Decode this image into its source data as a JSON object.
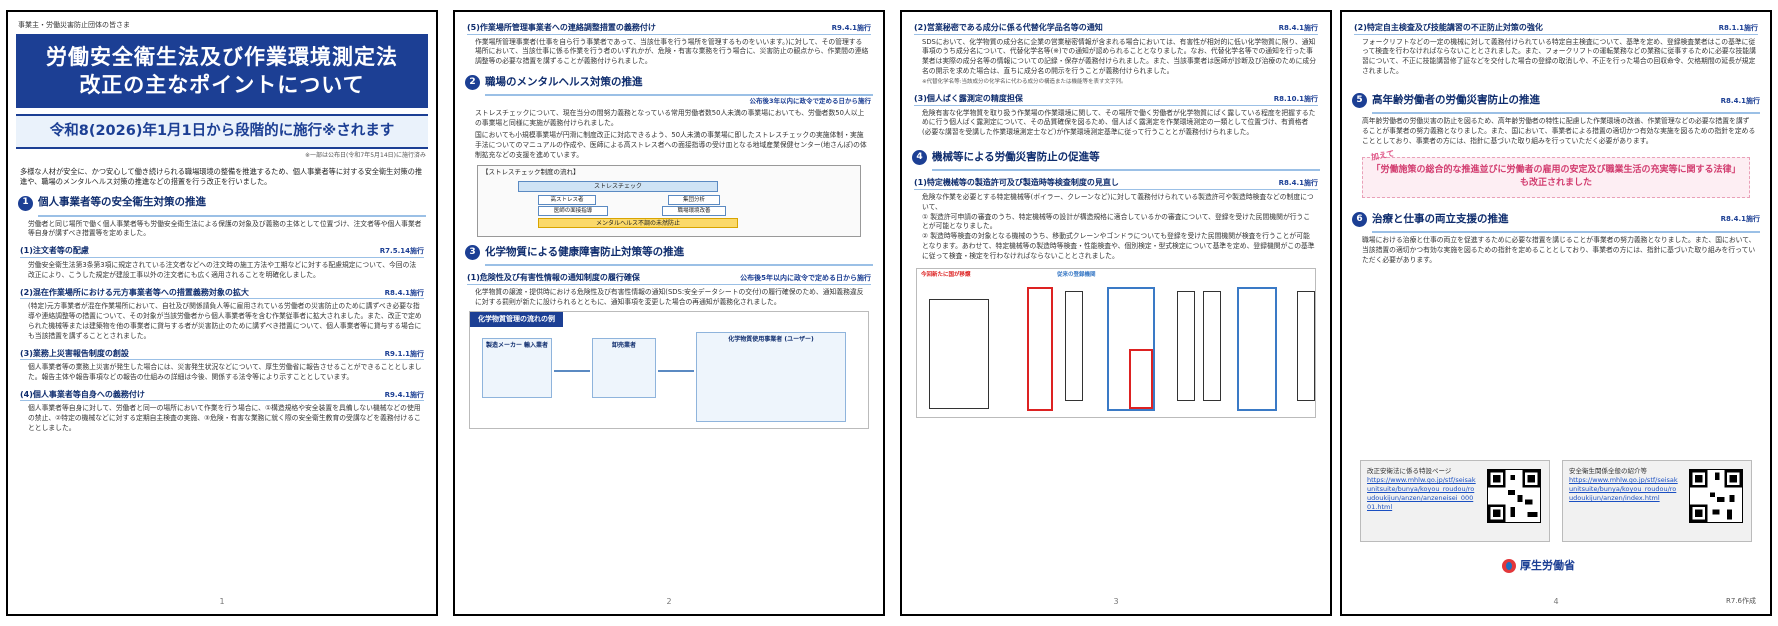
{
  "page1": {
    "audience": "事業主・労働災害防止団体の皆さま",
    "title_l1": "労働安全衛生法及び作業環境測定法",
    "title_l2": "改正の主なポイントについて",
    "effective": "令和8(2026)年1月1日から段階的に施行※されます",
    "effective_note": "※一部は公布日(令和7年5月14日)に施行済み",
    "intro": "多様な人材が安全に、かつ安心して働き続けられる職場環境の整備を推進するため、個人事業者等に対する安全衛生対策の推進や、職場のメンタルヘルス対策の推進などの措置を行う改正を行いました。",
    "s1_num": "1",
    "s1_title": "個人事業者等の安全衛生対策の推進",
    "s1_text": "労働者と同じ場所で働く個人事業者等も労働安全衛生法による保護の対象及び義務の主体として位置づけ、注文者等や個人事業者等自身が講ずべき措置等を定めました。",
    "sub1_title": "(1)注文者等の配慮",
    "sub1_date": "R7.5.14施行",
    "sub1_text": "労働安全衛生法第3条第3項に規定されている注文者などへの注文時の施工方法や工期などに対する配慮規定について、今回の法改正により、こうした規定が建設工事以外の注文者にも広く適用されることを明確化しました。",
    "sub2_title": "(2)混在作業場所における元方事業者等への措置義務対象の拡大",
    "sub2_date": "R8.4.1施行",
    "sub2_text": "(特定)元方事業者が混在作業場所において、自社及び関係請負人等に雇用されている労働者の災害防止のために講ずべき必要な指導や連絡調整等の措置について、その対象が当該労働者から個人事業者等を含む作業従事者に拡大されました。また、改正で定められた機械等または建築物を他の事業者に貸与する者が災害防止のために講ずべき措置について、個人事業者等に貸与する場合にも当該措置を講ずることとされました。",
    "sub3_title": "(3)業務上災害報告制度の創設",
    "sub3_date": "R9.1.1施行",
    "sub3_text": "個人事業者等の業務上災害が発生した場合には、災害発生状況などについて、厚生労働省に報告させることができることとしました。報告主体や報告事項などの報告の仕組みの詳細は今後、関係する法令等により示すこととしています。",
    "sub4_title": "(4)個人事業者等自身への義務付け",
    "sub4_date": "R9.4.1施行",
    "sub4_text": "個人事業者等自身に対して、労働者と同一の場所において作業を行う場合に、①構造規格や安全装置を具備しない機械などの使用の禁止、②特定の機械などに対する定期自主検査の実施、③危険・有害な業務に就く際の安全衛生教育の受講などを義務付けることとしました。",
    "page_num": "1"
  },
  "page2": {
    "sub5_title": "(5)作業場所管理事業者への連絡調整措置の義務付け",
    "sub5_date": "R9.4.1施行",
    "sub5_text": "作業場所管理事業者(仕事を自ら行う事業者であって、当該仕事を行う場所を管理するものをいいます。)に対して、その管理する場所において、当該仕事に係る作業を行う者のいずれかが、危険・有害な業務を行う場合に、災害防止の観点から、作業間の連絡調整等の必要な措置を講ずることが義務付けられました。",
    "s2_num": "2",
    "s2_title": "職場のメンタルヘルス対策の推進",
    "s2_note": "公布後3年以内に政令で定める日から施行",
    "s2_text1": "ストレスチェックについて、現在当分の間努力義務となっている常用労働者数50人未満の事業場においても、労働者数50人以上の事業場と同様に実施が義務付けられました。",
    "s2_text2": "国においても小規模事業場が円滑に制度改正に対応できるよう、50人未満の事業場に即したストレスチェックの実施体制・実施手法についてのマニュアルの作成や、医師による高ストレス者への面接指導の受け皿となる地域産業保健センター(地さんぽ)の体制拡充などの支援を進めています。",
    "flow_caption": "【ストレスチェック制度の流れ】",
    "flow_top": "ストレスチェック",
    "flow_a": "高ストレス者",
    "flow_b": "集団分析",
    "flow_c": "医師の面接指導",
    "flow_d": "職場環境改善",
    "flow_bottom": "メンタルヘルス不調の未然防止",
    "s3_num": "3",
    "s3_title": "化学物質による健康障害防止対策等の推進",
    "sub6_title": "(1)危険性及び有害性情報の通知制度の履行確保",
    "sub6_date": "公布後5年以内に政令で定める日から施行",
    "sub6_text": "化学物質の譲渡・提供時における危険性及び有害性情報の通知(SDS:安全データシートの交付)の履行確保のため、通知義務違反に対する罰則が新たに設けられるとともに、通知事項を変更した場合の再通知が義務化されました。",
    "chem_header": "化学物質管理の流れの例",
    "chem_maker": "製造メーカー 輸入業者",
    "chem_distributor": "卸売業者",
    "chem_user": "化学物質使用事業者 (ユーザー)",
    "page_num": "2"
  },
  "page3": {
    "sub7_title": "(2)営業秘密である成分に係る代替化学品名等の通知",
    "sub7_date": "R8.4.1施行",
    "sub7_text": "SDSにおいて、化学物質の成分名に企業の営業秘密情報が含まれる場合においては、有害性が相対的に低い化学物質に限り、通知事項のうち成分名について、代替化学名等(※)での通知が認められることとなりました。なお、代替化学名等での通知を行った事業者は実際の成分名等の情報についての記録・保存が義務付けられました。また、当該事業者は医師が診断及び治療のために成分名の開示を求めた場合は、直ちに成分名の開示を行うことが義務付けられました。",
    "sub7_note": "※代替化学名等:当該成分の化学名に代わる成分の構造または機能等を表す文字列。",
    "sub8_title": "(3)個人ばく露測定の精度担保",
    "sub8_date": "R8.10.1施行",
    "sub8_text": "危険有害な化学物質を取り扱う作業場の作業環境に関して、その場所で働く労働者が化学物質にばく露している程度を把握するために行う個人ばく露測定について、その品質確保を図るため、個人ばく露測定を作業環境測定の一類として位置づけ、有資格者(必要な講習を受講した作業環境測定士など)が作業環境測定基準に従って行うこととが義務付けられました。",
    "s4_num": "4",
    "s4_title": "機械等による労働災害防止の促進等",
    "sub9_title": "(1)特定機械等の製造許可及び製造時等検査制度の見直し",
    "sub9_date": "R8.4.1施行",
    "sub9_intro": "危険な作業を必要とする特定機械等(ボイラー、クレーンなど)に対して義務付けられている製造許可や製造時検査などの制度について、",
    "sub9_item1": "① 製造許可申請の審査のうち、特定機械等の設計が構造規格に適合しているかの審査について、登録を受けた民間機関が行うことが可能となりました。",
    "sub9_item2": "② 製造時等検査の対象となる機械のうち、移動式クレーンやゴンドラについても登録を受けた民間機関が検査を行うことが可能となります。あわせて、特定機械等の製造時等検査・性能検査や、個別検定・型式検定について基準を定め、登録機関がこの基準に従って検査・検定を行わなければならないこととされました。",
    "fig_red": "今回新たに国が移譲",
    "fig_blue": "従来の登録機関",
    "page_num": "3"
  },
  "page4": {
    "sub10_title": "(2)特定自主検査及び技能講習の不正防止対策の強化",
    "sub10_date": "R8.1.1施行",
    "sub10_text": "フォークリフトなどの一定の機械に対して義務付けられている特定自主検査について、基準を定め、登録検査業者はこの基準に従って検査を行わなければならないこととされました。また、フォークリフトの運転業務などの業務に従事するために必要な技能講習について、不正に技能講習修了証などを交付した場合の登録の取消しや、不正を行った場合の回収命令、欠格期間の延長が規定されました。",
    "s5_num": "5",
    "s5_title": "高年齢労働者の労働災害防止の推進",
    "s5_date": "R8.4.1施行",
    "s5_text": "高年齢労働者の労働災害の防止を図るため、高年齢労働者の特性に配慮した作業環境の改善、作業管理などの必要な措置を講ずることが事業者の努力義務となりました。また、国において、事業者による措置の適切かつ有効な実施を図るための指針を定めることとしており、事業者の方には、指針に基づいた取り組みを行っていただく必要があります。",
    "also_label": "加えて",
    "also_text": "「労働施策の総合的な推進並びに労働者の雇用の安定及び職業生活の充実等に関する法律」も改正されました",
    "s6_num": "6",
    "s6_title": "治療と仕事の両立支援の推進",
    "s6_date": "R8.4.1施行",
    "s6_text": "職場における治療と仕事の両立を促進するために必要な措置を講じることが事業者の努力義務となりました。また、国において、当該措置の適切かつ有効な実施を図るための指針を定めることとしており、事業者の方には、指針に基づいた取り組みを行っていただく必要があります。",
    "link1_title": "改正安衛法に係る特設ページ",
    "link1_url": "https://www.mhlw.go.jp/stf/seisakunitsuite/bunya/koyou_roudou/roudoukijun/anzen/anzeneisei_00001.html",
    "link2_title": "安全衛生関係全般の紹介等",
    "link2_url": "https://www.mhlw.go.jp/stf/seisakunitsuite/bunya/koyou_roudou/roudoukijun/anzen/index.html",
    "logo_text": "厚生労働省",
    "date": "R7.6作成",
    "page_num": "4"
  }
}
